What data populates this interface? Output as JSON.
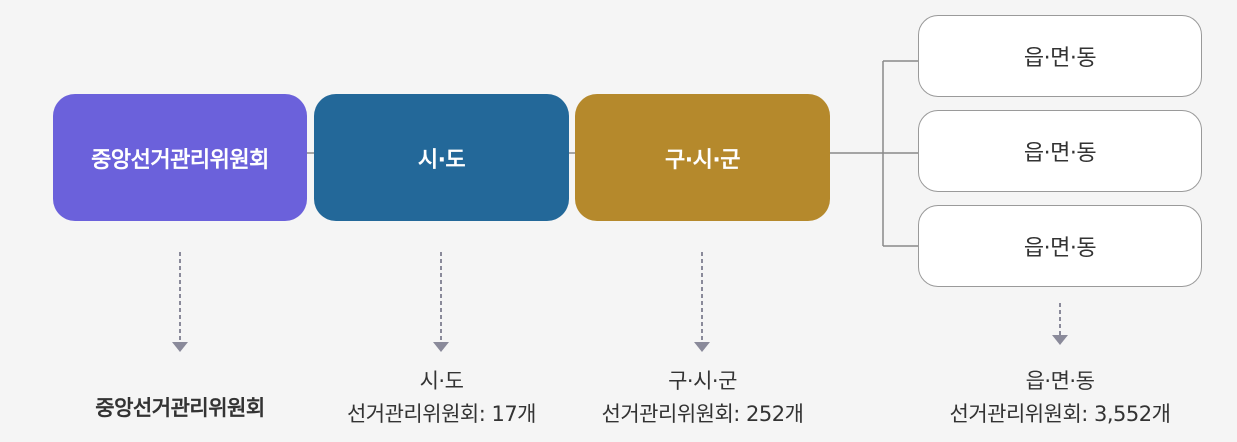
{
  "nodes": {
    "central": "중앙선거관리위원회",
    "sido": "시·도",
    "gusi": "구·시·군",
    "eup": [
      "읍·면·동",
      "읍·면·동",
      "읍·면·동"
    ]
  },
  "labels": {
    "central": {
      "line1": "중앙선거관리위원회"
    },
    "sido": {
      "line1": "시·도",
      "line2": "선거관리위원회: 17개"
    },
    "gusi": {
      "line1": "구·시·군",
      "line2": "선거관리위원회: 252개"
    },
    "eup": {
      "line1": "읍·면·동",
      "line2": "선거관리위원회: 3,552개"
    }
  },
  "colors": {
    "central": "#6b61db",
    "sido": "#236899",
    "gusi": "#b5892c",
    "connector": "#8a8a8a",
    "arrow": "#8a8a9a"
  }
}
